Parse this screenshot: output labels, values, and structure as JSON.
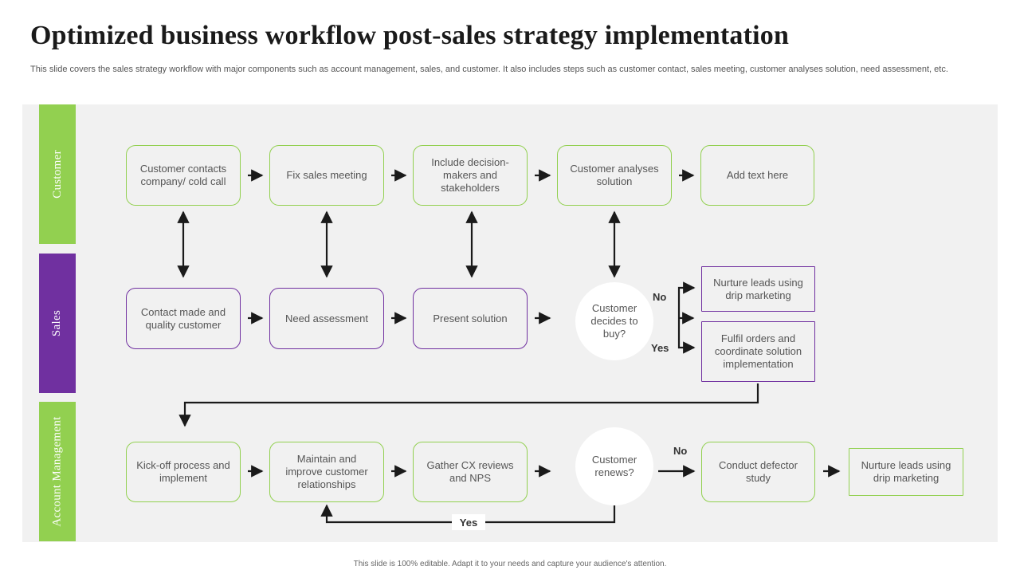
{
  "slide": {
    "title": "Optimized business workflow post-sales strategy implementation",
    "subtitle": "This slide covers the sales strategy workflow with major components such as account management, sales, and customer. It also includes steps such as customer contact, sales meeting, customer analyses solution, need assessment, etc.",
    "footer": "This slide is 100% editable. Adapt it to your needs and capture your audience's attention."
  },
  "lanes": {
    "customer": "Customer",
    "sales": "Sales",
    "account_management": "Account Management"
  },
  "customer_steps": {
    "contacts": "Customer contacts company/ cold call",
    "meeting": "Fix sales meeting",
    "decision_makers": "Include decision-makers and stakeholders",
    "analyses": "Customer analyses solution",
    "add_text": "Add text here"
  },
  "sales_steps": {
    "contact_made": "Contact made and quality customer",
    "need_assessment": "Need assessment",
    "present_solution": "Present solution",
    "decides_to_buy": "Customer decides to buy?",
    "nurture_leads": "Nurture leads using drip marketing",
    "fulfil_orders": "Fulfil orders and coordinate solution implementation",
    "no_label": "No",
    "yes_label": "Yes"
  },
  "account_steps": {
    "kickoff": "Kick-off process and implement",
    "maintain": "Maintain and improve customer relationships",
    "gather_cx": "Gather CX reviews and NPS",
    "renews": "Customer renews?",
    "defector_study": "Conduct defector study",
    "nurture_leads": "Nurture leads using drip marketing",
    "no_label": "No",
    "yes_label": "Yes"
  },
  "colors": {
    "green": "#92d050",
    "purple": "#7030a0",
    "panel": "#f1f1f1",
    "arrow": "#1a1a1a"
  }
}
